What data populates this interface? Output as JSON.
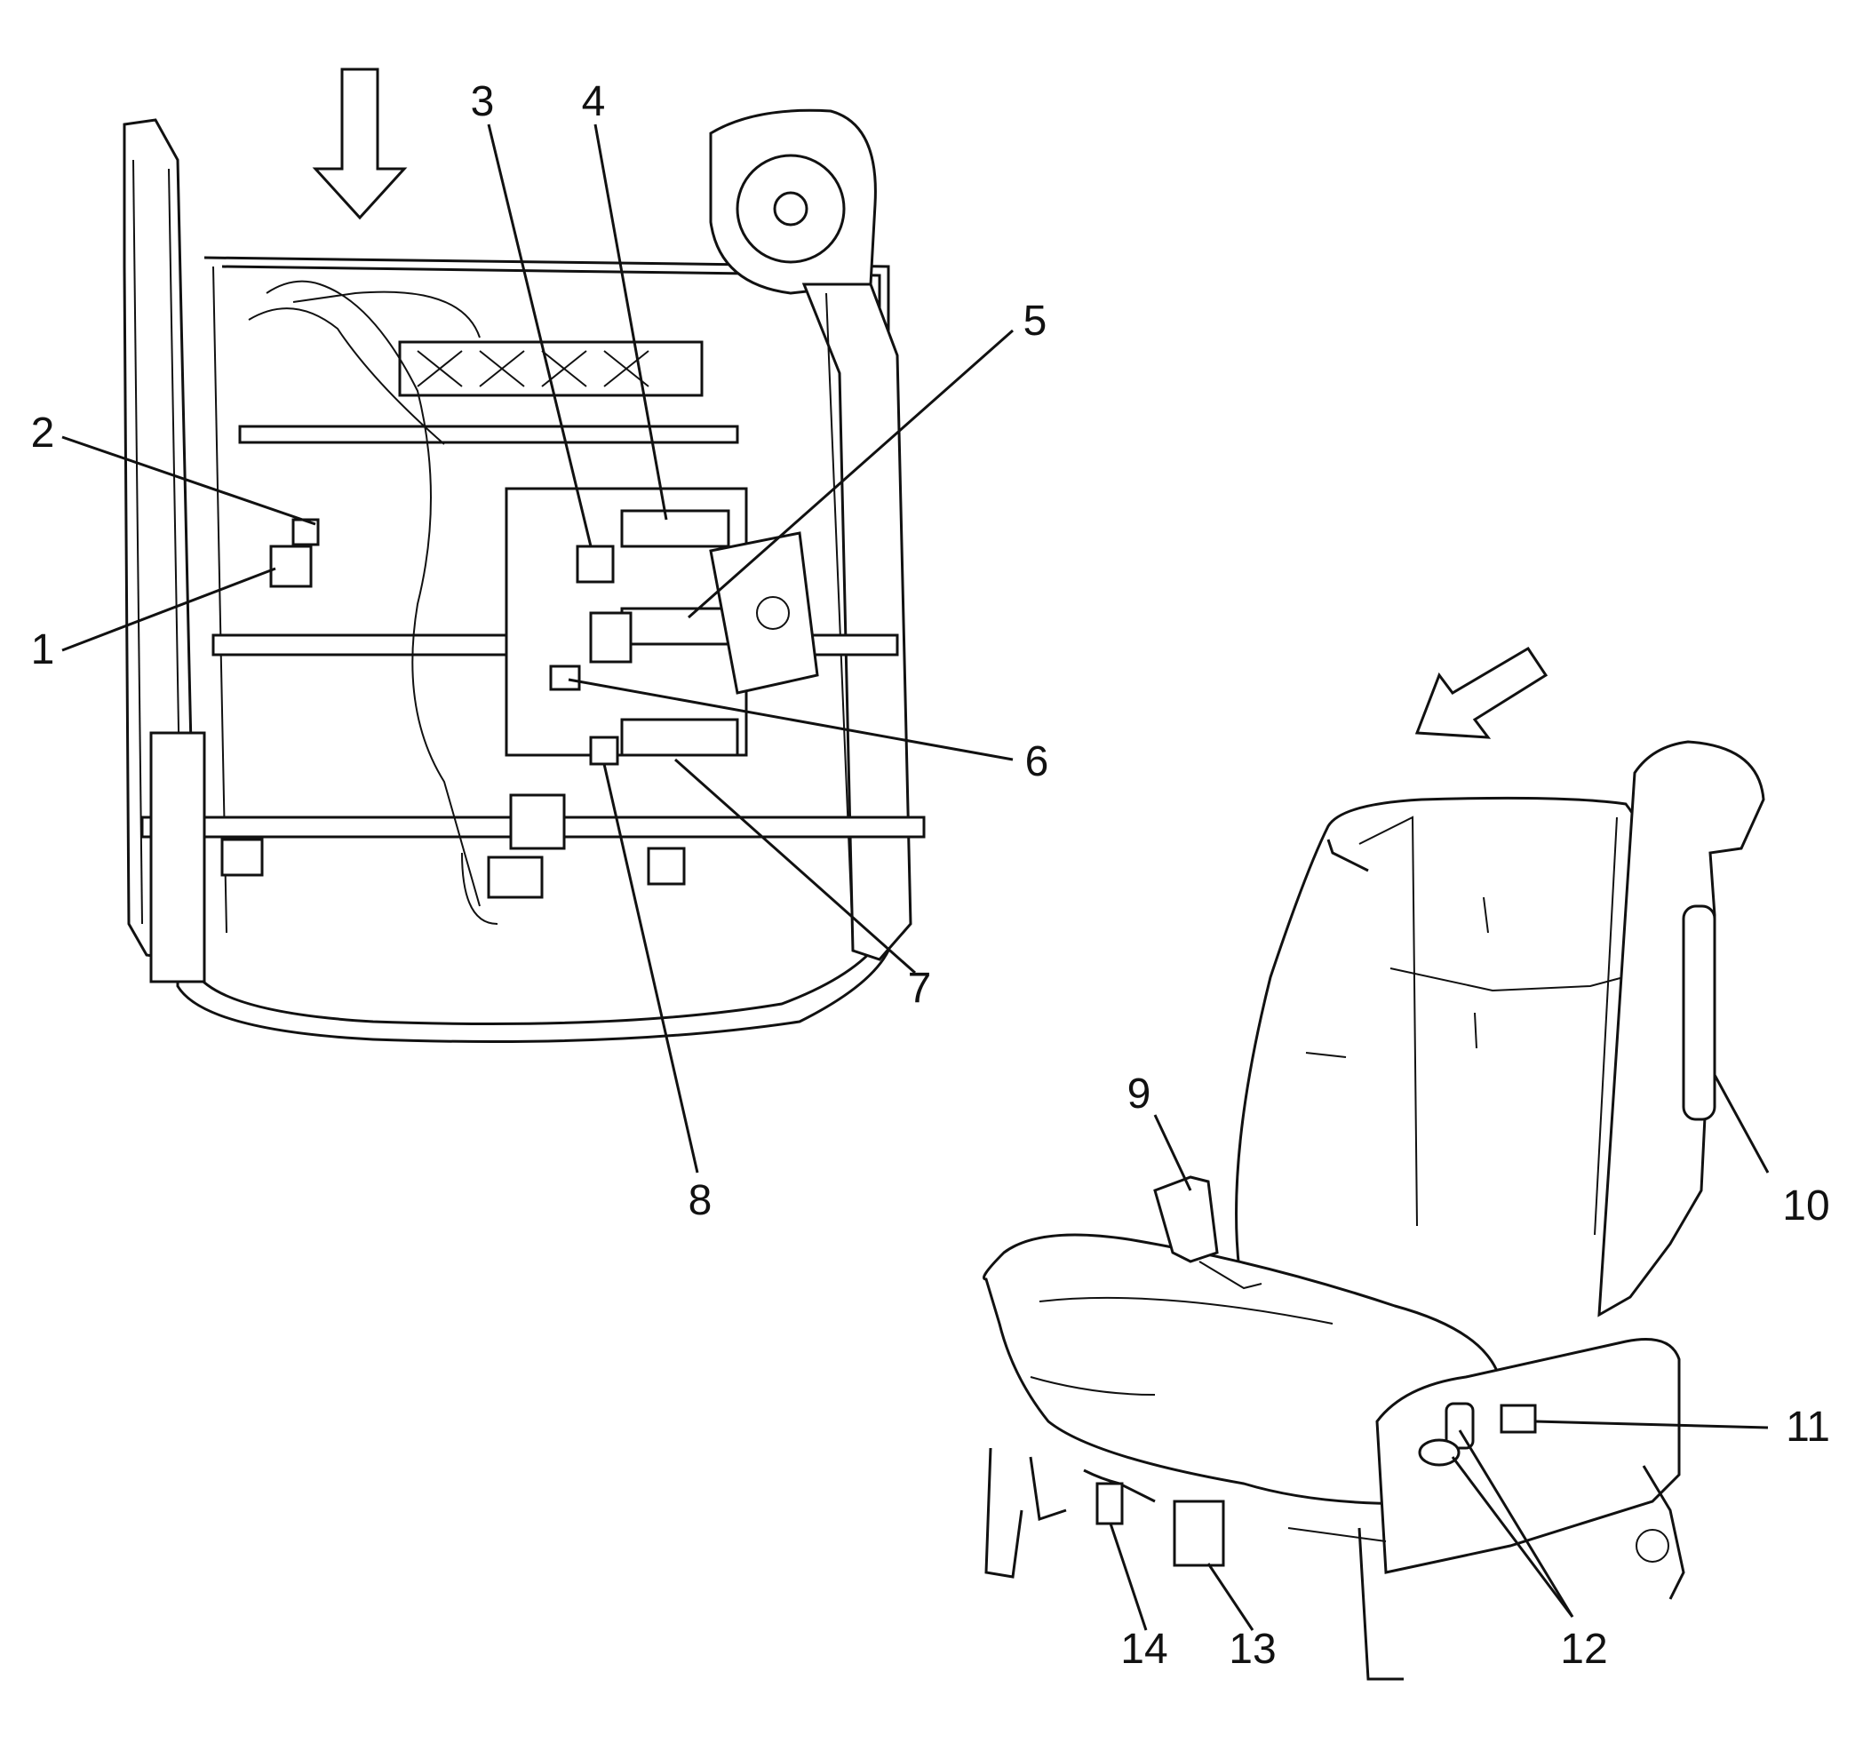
{
  "callouts": [
    {
      "id": "1",
      "text": "1"
    },
    {
      "id": "2",
      "text": "2"
    },
    {
      "id": "3",
      "text": "3"
    },
    {
      "id": "4",
      "text": "4"
    },
    {
      "id": "5",
      "text": "5"
    },
    {
      "id": "6",
      "text": "6"
    },
    {
      "id": "7",
      "text": "7"
    },
    {
      "id": "8",
      "text": "8"
    },
    {
      "id": "9",
      "text": "9"
    },
    {
      "id": "10",
      "text": "10"
    },
    {
      "id": "11",
      "text": "11"
    },
    {
      "id": "12",
      "text": "12"
    },
    {
      "id": "13",
      "text": "13"
    },
    {
      "id": "14",
      "text": "14"
    }
  ],
  "colors": {
    "line": "#111111",
    "background": "#ffffff"
  }
}
